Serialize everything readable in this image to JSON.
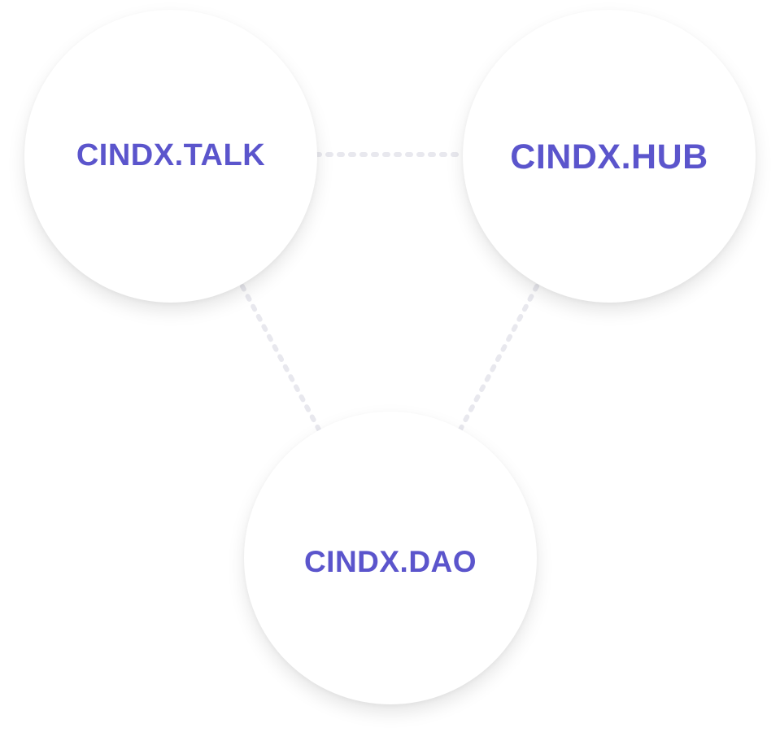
{
  "theme": {
    "accent": "#5b55cc",
    "node_background": "#ffffff",
    "connector_color": "#e8e8ee"
  },
  "nodes": [
    {
      "id": "talk",
      "label": "CINDX.TALK"
    },
    {
      "id": "hub",
      "label": "CINDX.HUB"
    },
    {
      "id": "dao",
      "label": "CINDX.DAO"
    }
  ],
  "connections": [
    {
      "from": "talk",
      "to": "hub"
    },
    {
      "from": "talk",
      "to": "dao"
    },
    {
      "from": "hub",
      "to": "dao"
    }
  ]
}
